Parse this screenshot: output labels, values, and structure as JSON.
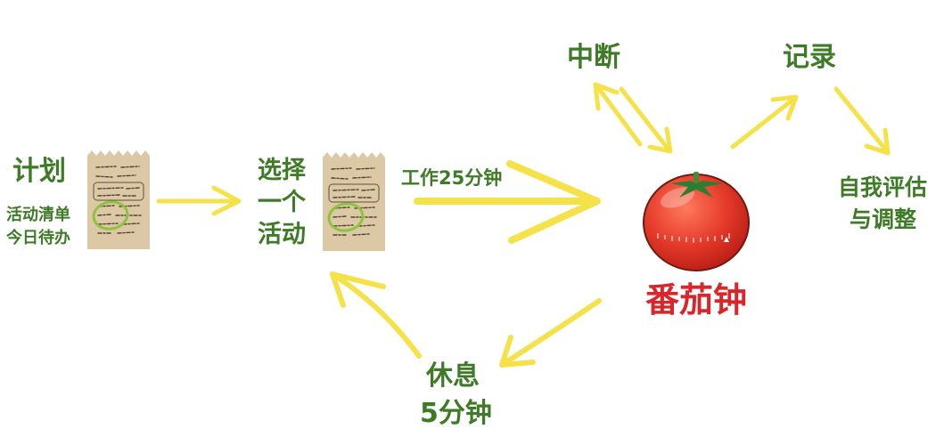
{
  "nodes": {
    "plan": {
      "title": "计划",
      "lines": [
        "活动清单",
        "今日待办"
      ]
    },
    "choose": {
      "lines": [
        "选择",
        "一个",
        "活动"
      ]
    },
    "work": {
      "label": "工作25分钟"
    },
    "pomodoro": {
      "label": "番茄钟"
    },
    "interrupt": {
      "label": "中断"
    },
    "record": {
      "label": "记录"
    },
    "review": {
      "lines": [
        "自我评估",
        "与调整"
      ]
    },
    "rest": {
      "lines": [
        "休息",
        "5分钟"
      ]
    }
  },
  "icons": {
    "note": "checklist-note-icon",
    "timer": "tomato-timer-icon",
    "arrow": "arrow-icon"
  },
  "colors": {
    "text_green": "#3e7b27",
    "arrow_yellow": "#f5e24a",
    "tomato_red": "#e63b2b",
    "label_red": "#d8262a",
    "paper": "#dcc8a4",
    "circle_green": "#8cc43f",
    "leaf_green": "#2f7d32"
  }
}
